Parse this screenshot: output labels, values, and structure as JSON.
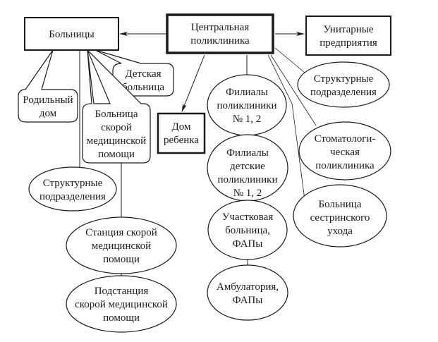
{
  "diagram": {
    "nodes": {
      "central": {
        "lines": [
          "Центральная",
          "поликлиника"
        ]
      },
      "hospitals": {
        "lines": [
          "Больницы"
        ]
      },
      "unitary": {
        "lines": [
          "Унитарные",
          "предприятия"
        ]
      },
      "children_hospital": {
        "lines": [
          "Детская",
          "больница"
        ]
      },
      "maternity": {
        "lines": [
          "Родильный",
          "дом"
        ]
      },
      "emergency_hospital": {
        "lines": [
          "Больница",
          "скорой",
          "медицинской",
          "помощи"
        ]
      },
      "orphanage": {
        "lines": [
          "Дом",
          "ребенка"
        ]
      },
      "branches_clinic": {
        "lines": [
          "Филиалы",
          "поликлиники",
          "№ 1, 2"
        ]
      },
      "branches_children": {
        "lines": [
          "Филиалы",
          "детские",
          "поликлиники",
          "№ 1, 2"
        ]
      },
      "district_hospital": {
        "lines": [
          "Участковая",
          "больница,",
          "ФАПы"
        ]
      },
      "ambulatory": {
        "lines": [
          "Амбулатория,",
          "ФАПы"
        ]
      },
      "struct_right": {
        "lines": [
          "Структурные",
          "подразделения"
        ]
      },
      "dental": {
        "lines": [
          "Стоматологи-",
          "ческая",
          "поликлиника"
        ]
      },
      "nursing": {
        "lines": [
          "Больница",
          "сестринского",
          "ухода"
        ]
      },
      "struct_left": {
        "lines": [
          "Структурные",
          "подразделения"
        ]
      },
      "ems_station": {
        "lines": [
          "Станция скорой",
          "медицинской",
          "помощи"
        ]
      },
      "ems_substation": {
        "lines": [
          "Подстанция",
          "скорой медицинской",
          "помощи"
        ]
      }
    },
    "edges": [
      {
        "from": "central",
        "to": "hospitals",
        "arrow": true
      },
      {
        "from": "central",
        "to": "unitary",
        "arrow": true
      },
      {
        "from": "central",
        "to": "orphanage",
        "arrow": true
      },
      {
        "from": "central",
        "to": "branches_clinic",
        "arrow": false
      },
      {
        "from": "branches_clinic",
        "to": "branches_children",
        "arrow": false
      },
      {
        "from": "branches_children",
        "to": "district_hospital",
        "arrow": false
      },
      {
        "from": "district_hospital",
        "to": "ambulatory",
        "arrow": false
      },
      {
        "from": "central",
        "to": "struct_right",
        "arrow": false
      },
      {
        "from": "central",
        "to": "dental",
        "arrow": false
      },
      {
        "from": "central",
        "to": "nursing",
        "arrow": false
      },
      {
        "from": "hospitals",
        "to": "children_hospital",
        "arrow": false
      },
      {
        "from": "hospitals",
        "to": "maternity",
        "arrow": false
      },
      {
        "from": "hospitals",
        "to": "emergency_hospital",
        "arrow": false
      },
      {
        "from": "hospitals",
        "to": "struct_left",
        "arrow": false
      },
      {
        "from": "emergency_hospital",
        "to": "ems_station",
        "arrow": false
      },
      {
        "from": "ems_station",
        "to": "ems_substation",
        "arrow": false
      }
    ]
  }
}
